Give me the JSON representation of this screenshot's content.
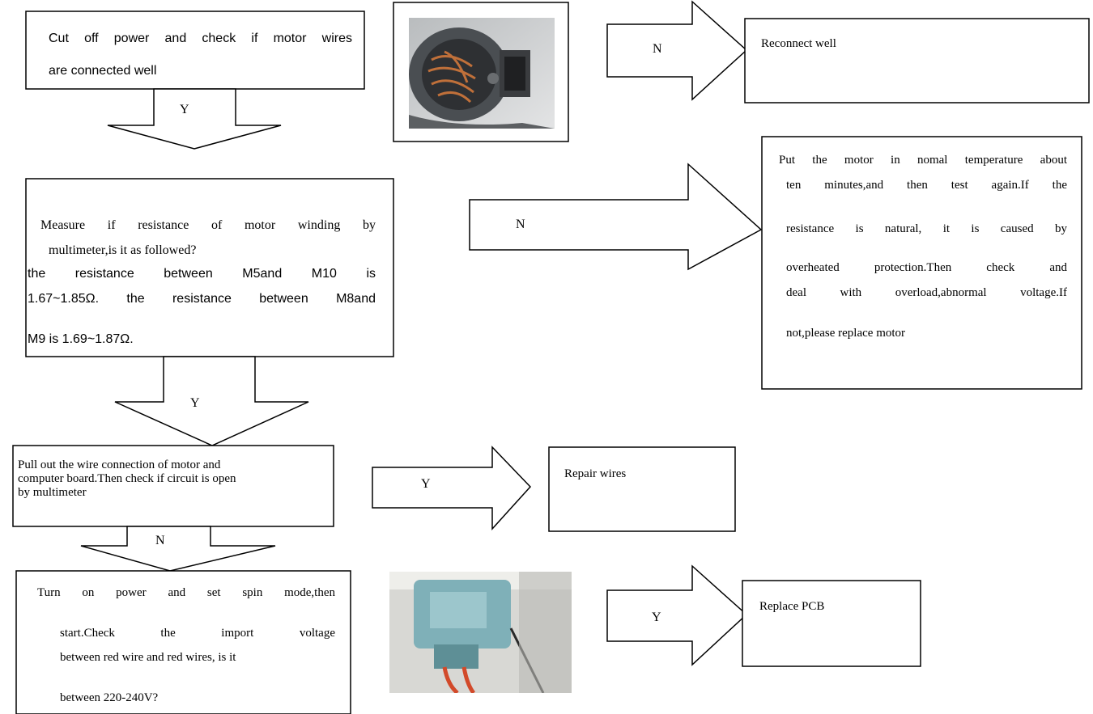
{
  "nodes": {
    "step1": {
      "line1": "Cut off power and check if motor wires",
      "line2": "are connected well"
    },
    "fix1": "Reconnect well",
    "step2": {
      "line1": "Measure if resistance of motor winding by",
      "line2": "multimeter,is it as followed?",
      "line3": "the resistance between M5and M10 is",
      "line4": "1.67~1.85Ω. the resistance between M8and",
      "line5": "M9 is 1.69~1.87Ω."
    },
    "fix2": {
      "line1": "Put the motor in nomal temperature about",
      "line2": "ten minutes,and then test again.If the",
      "line3": "resistance is natural,  it is caused by",
      "line4": "overheated protection.Then check  and",
      "line5": "deal with   overload,abnormal voltage.If",
      "line6": "not,please replace motor"
    },
    "step3": {
      "line1": "Pull out the wire connection of motor and",
      "line2": "computer board.Then check if circuit is open",
      "line3": "by multimeter"
    },
    "fix3": "Repair wires",
    "step4": {
      "line1": "Turn on power and set spin mode,then",
      "line2": "start.Check   the   import   voltage",
      "line3": "between red wire and red  wires, is it",
      "line4": "between 220-240V?"
    },
    "fix4": "Replace PCB"
  },
  "arrows": {
    "a1_down": "Y",
    "a1_right": "N",
    "a2_down": "Y",
    "a2_right": "N",
    "a3_down": "N",
    "a3_right": "Y",
    "a4_right": "Y"
  },
  "photos": {
    "motor": "motor-winding-photo",
    "board": "pcb-wire-photo"
  }
}
